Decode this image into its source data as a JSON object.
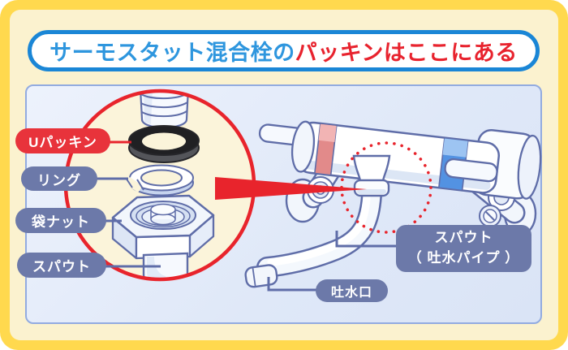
{
  "title": {
    "part1": "サーモスタット混合栓の",
    "part2": "パッキンはここにある"
  },
  "callouts": {
    "u_packing": "Uパッキン",
    "ring": "リング",
    "cap_nut": "袋ナット",
    "spout": "スパウト",
    "spout_pipe_line1": "スパウト",
    "spout_pipe_line2": "（ 吐水パイプ ）",
    "water_outlet": "吐水口"
  },
  "colors": {
    "frame_yellow": "#FFD94E",
    "background_cream": "#FBF2CF",
    "panel_blue": "#DFE8F8",
    "panel_border": "#92ABE0",
    "title_blue": "#2E96DE",
    "title_red": "#E8232E",
    "title_border_blue": "#1A86D6",
    "accent_red": "#E8242C",
    "label_slate": "#6C79A9",
    "outline_slate": "#5F6DA8",
    "hot_band_red": "#E28A8A",
    "cold_band_blue": "#5392E2",
    "packing_black": "#202023"
  }
}
